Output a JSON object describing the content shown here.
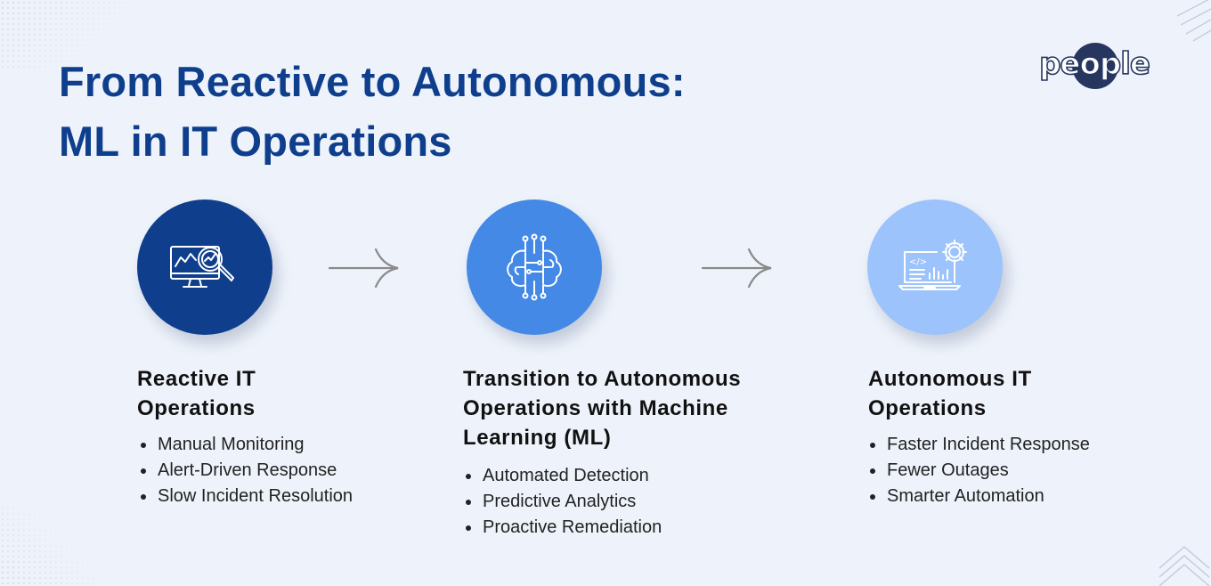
{
  "title": {
    "line1": "From Reactive to Autonomous:",
    "line2": "ML in IT Operations"
  },
  "logo": {
    "text": "people"
  },
  "colors": {
    "title": "#0f3f8c",
    "stage1_circle": "#0f3f8c",
    "stage2_circle": "#4489e6",
    "stage3_circle": "#9cc3fb",
    "arrow": "#8a8a8a",
    "background": "#eef3fb"
  },
  "stages": [
    {
      "icon": "monitor-analytics-magnifier-icon",
      "heading_line1": "Reactive IT",
      "heading_line2": "Operations",
      "bullets": [
        "Manual Monitoring",
        "Alert-Driven Response",
        "Slow Incident Resolution"
      ]
    },
    {
      "icon": "ai-brain-circuit-icon",
      "heading_line1": "Transition to Autonomous",
      "heading_line2": "Operations with Machine",
      "heading_line3": "Learning (ML)",
      "bullets": [
        "Automated Detection",
        "Predictive Analytics",
        "Proactive Remediation"
      ]
    },
    {
      "icon": "laptop-code-gear-icon",
      "heading_line1": "Autonomous IT",
      "heading_line2": "Operations",
      "bullets": [
        "Faster Incident Response",
        "Fewer Outages",
        "Smarter Automation"
      ]
    }
  ],
  "arrows": [
    "right-arrow-icon",
    "right-arrow-icon"
  ]
}
